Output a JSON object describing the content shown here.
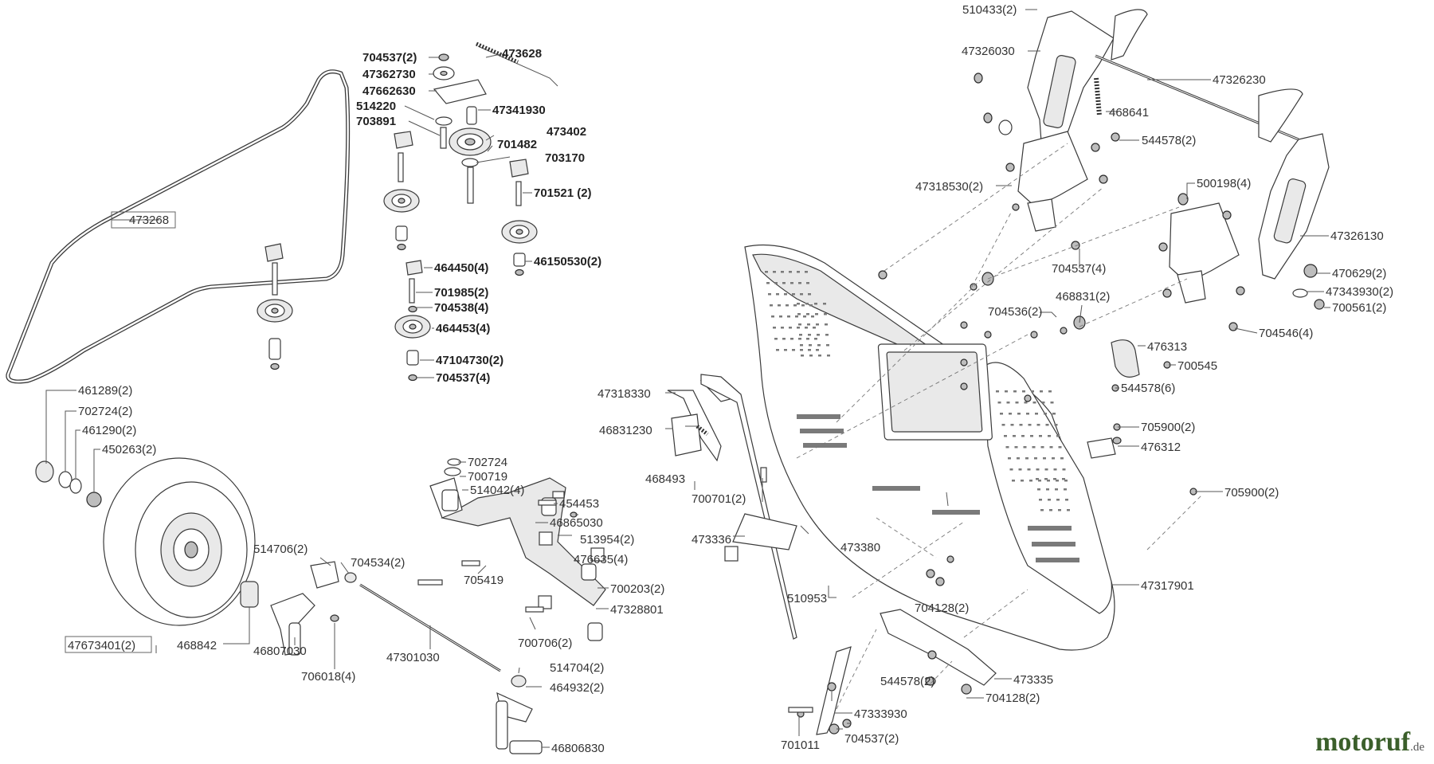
{
  "diagram": {
    "labels": [
      {
        "id": "l510433",
        "text": "510433(2)",
        "bold": false
      },
      {
        "id": "l47326030",
        "text": "47326030",
        "bold": false
      },
      {
        "id": "l47326230",
        "text": "47326230",
        "bold": false
      },
      {
        "id": "l468641",
        "text": "468641",
        "bold": false
      },
      {
        "id": "l544578a",
        "text": "544578(2)",
        "bold": false
      },
      {
        "id": "l47318530",
        "text": "47318530(2)",
        "bold": false
      },
      {
        "id": "l500198",
        "text": "500198(4)",
        "bold": false
      },
      {
        "id": "l47326130",
        "text": "47326130",
        "bold": false
      },
      {
        "id": "l704537a",
        "text": "704537(4)",
        "bold": false
      },
      {
        "id": "l470629",
        "text": "470629(2)",
        "bold": false
      },
      {
        "id": "l47343930",
        "text": "47343930(2)",
        "bold": false
      },
      {
        "id": "l700561",
        "text": "700561(2)",
        "bold": false
      },
      {
        "id": "l468831",
        "text": "468831(2)",
        "bold": false
      },
      {
        "id": "l704536",
        "text": "704536(2)",
        "bold": false
      },
      {
        "id": "l704546",
        "text": "704546(4)",
        "bold": false
      },
      {
        "id": "l476313",
        "text": "476313",
        "bold": false
      },
      {
        "id": "l700545",
        "text": "700545",
        "bold": false
      },
      {
        "id": "l544578b",
        "text": "544578(6)",
        "bold": false
      },
      {
        "id": "l705900a",
        "text": "705900(2)",
        "bold": false
      },
      {
        "id": "l476312",
        "text": "476312",
        "bold": false
      },
      {
        "id": "l705900b",
        "text": "705900(2)",
        "bold": false
      },
      {
        "id": "l47317901",
        "text": "47317901",
        "bold": false
      },
      {
        "id": "l473335",
        "text": "473335",
        "bold": false
      },
      {
        "id": "l704128a",
        "text": "704128(2)",
        "bold": false
      },
      {
        "id": "l704128b",
        "text": "704128(2)",
        "bold": false
      },
      {
        "id": "l544578c",
        "text": "544578(2)",
        "bold": false
      },
      {
        "id": "l47333930",
        "text": "47333930",
        "bold": false
      },
      {
        "id": "l701011",
        "text": "701011",
        "bold": false
      },
      {
        "id": "l704537b",
        "text": "704537(2)",
        "bold": false
      },
      {
        "id": "l510953",
        "text": "510953",
        "bold": false
      },
      {
        "id": "l473380",
        "text": "473380",
        "bold": false
      },
      {
        "id": "l473336",
        "text": "473336",
        "bold": false
      },
      {
        "id": "l700701",
        "text": "700701(2)",
        "bold": false
      },
      {
        "id": "l468493",
        "text": "468493",
        "bold": false
      },
      {
        "id": "l46831230",
        "text": "46831230",
        "bold": false
      },
      {
        "id": "l47318330",
        "text": "47318330",
        "bold": false
      },
      {
        "id": "l704537c",
        "text": "704537(2)",
        "bold": true
      },
      {
        "id": "l473628",
        "text": "473628",
        "bold": true
      },
      {
        "id": "l47362730",
        "text": "47362730",
        "bold": true
      },
      {
        "id": "l47662630",
        "text": "47662630",
        "bold": true
      },
      {
        "id": "l514220",
        "text": "514220",
        "bold": true
      },
      {
        "id": "l47341930",
        "text": "47341930",
        "bold": true
      },
      {
        "id": "l703891",
        "text": "703891",
        "bold": true
      },
      {
        "id": "l473402",
        "text": "473402",
        "bold": true
      },
      {
        "id": "l701482",
        "text": "701482",
        "bold": true
      },
      {
        "id": "l703170",
        "text": "703170",
        "bold": true
      },
      {
        "id": "l701521",
        "text": "701521 (2)",
        "bold": true
      },
      {
        "id": "l464450",
        "text": "464450(4)",
        "bold": true
      },
      {
        "id": "l46150530",
        "text": "46150530(2)",
        "bold": true
      },
      {
        "id": "l701985",
        "text": "701985(2)",
        "bold": true
      },
      {
        "id": "l704538",
        "text": "704538(4)",
        "bold": true
      },
      {
        "id": "l464453",
        "text": "464453(4)",
        "bold": true
      },
      {
        "id": "l47104730",
        "text": "47104730(2)",
        "bold": true
      },
      {
        "id": "l704537d",
        "text": "704537(4)",
        "bold": true
      },
      {
        "id": "l473268",
        "text": "473268",
        "bold": false
      },
      {
        "id": "l461289",
        "text": "461289(2)",
        "bold": false
      },
      {
        "id": "l702724a",
        "text": "702724(2)",
        "bold": false
      },
      {
        "id": "l461290",
        "text": "461290(2)",
        "bold": false
      },
      {
        "id": "l450263",
        "text": "450263(2)",
        "bold": false
      },
      {
        "id": "l702724b",
        "text": "702724",
        "bold": false
      },
      {
        "id": "l700719",
        "text": "700719",
        "bold": false
      },
      {
        "id": "l514042",
        "text": "514042(4)",
        "bold": false
      },
      {
        "id": "l454453",
        "text": "454453",
        "bold": false
      },
      {
        "id": "l46865030",
        "text": "46865030",
        "bold": false
      },
      {
        "id": "l513954",
        "text": "513954(2)",
        "bold": false
      },
      {
        "id": "l476635",
        "text": "476635(4)",
        "bold": false
      },
      {
        "id": "l705419",
        "text": "705419",
        "bold": false
      },
      {
        "id": "l700203",
        "text": "700203(2)",
        "bold": false
      },
      {
        "id": "l47328801",
        "text": "47328801",
        "bold": false
      },
      {
        "id": "l700706",
        "text": "700706(2)",
        "bold": false
      },
      {
        "id": "l514706",
        "text": "514706(2)",
        "bold": false
      },
      {
        "id": "l704534",
        "text": "704534(2)",
        "bold": false
      },
      {
        "id": "l47673401",
        "text": "47673401(2)",
        "bold": false
      },
      {
        "id": "l468842",
        "text": "468842",
        "bold": false
      },
      {
        "id": "l46807030",
        "text": "46807030",
        "bold": false
      },
      {
        "id": "l706018",
        "text": "706018(4)",
        "bold": false
      },
      {
        "id": "l47301030",
        "text": "47301030",
        "bold": false
      },
      {
        "id": "l514704",
        "text": "514704(2)",
        "bold": false
      },
      {
        "id": "l464932",
        "text": "464932(2)",
        "bold": false
      },
      {
        "id": "l46806830",
        "text": "46806830",
        "bold": false
      }
    ]
  },
  "branding": {
    "name": "motoruf",
    "tld": ".de",
    "color": "#3b5f2b"
  }
}
